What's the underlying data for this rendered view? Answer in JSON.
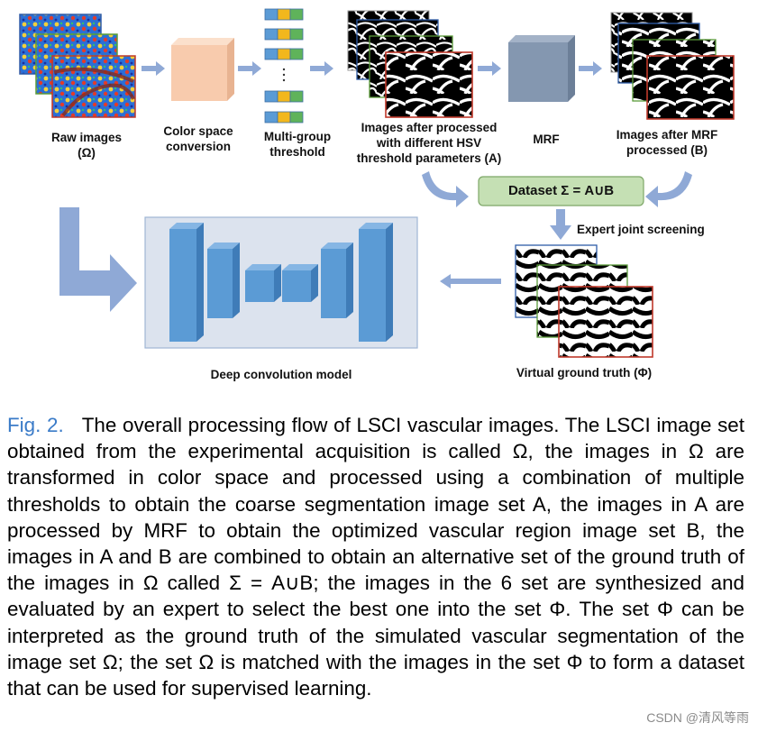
{
  "stages": {
    "raw_images": "Raw images\n(Ω)",
    "color_space": "Color space\nconversion",
    "multi_group": "Multi-group\nthreshold",
    "images_a": "Images after processed\nwith different HSV\nthreshold parameters (A)",
    "mrf_block": "MRF",
    "images_b": "Images after MRF\nprocessed  (B)",
    "dataset": "Dataset Σ = A∪B",
    "expert": "Expert joint screening",
    "virtual_gt": "Virtual ground truth (Φ)",
    "deep_model": "Deep convolution model"
  },
  "caption": {
    "fig_label": "Fig. 2.",
    "text": "The overall processing flow of LSCI vascular images. The LSCI image set obtained from the experimental acquisition is called Ω, the images in Ω are transformed in color space and processed using a combination of multiple thresholds to obtain the coarse segmentation image set A, the images in A are processed by MRF to obtain the optimized vascular region image set B, the images in A and B are combined to obtain an alternative set of the ground truth of the images in Ω called Σ = A∪B; the images in the 6 set are synthesized and evaluated by an expert to select the best one into the set Φ. The set Φ can be interpreted as the ground truth of the simulated vascular segmentation of the image set Ω; the set Ω is matched with the images in the set Φ to form a dataset that can be used for supervised learning."
  },
  "watermark": "CSDN @清风等雨",
  "colors": {
    "arrow": "#8fa9d6",
    "block_blue": "#5b9bd5",
    "mrf_gray": "#8497b0",
    "color_space_peach": "#f8cbad",
    "dataset_green": "#c5e0b4",
    "fig_blue": "#3a7bc8",
    "model_bg": "#dce3ee"
  }
}
